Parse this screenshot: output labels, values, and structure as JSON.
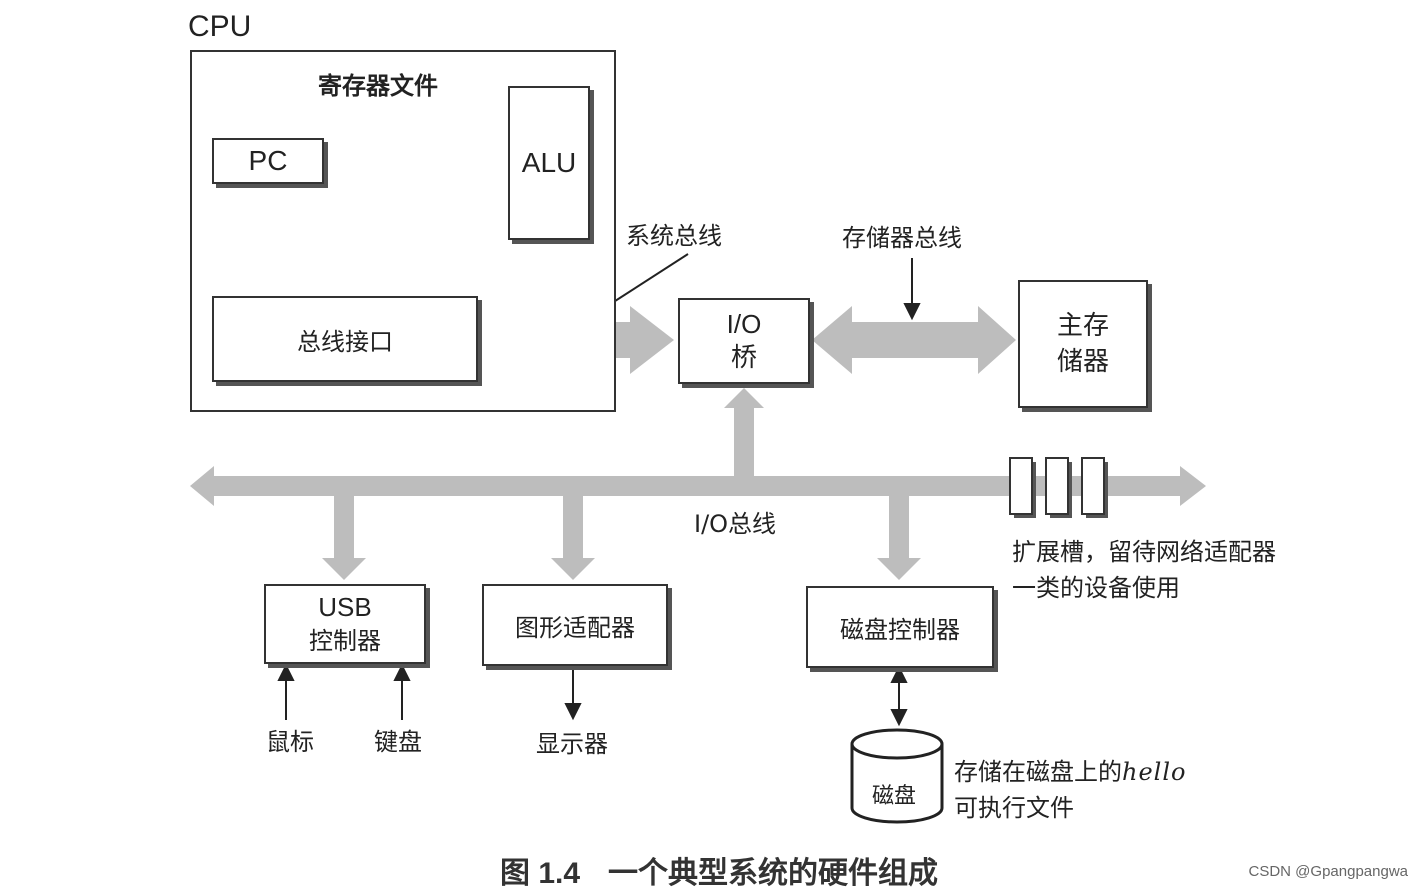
{
  "cpu": {
    "title": "CPU",
    "register_file": "寄存器文件",
    "pc": "PC",
    "alu": "ALU",
    "bus_interface": "总线接口"
  },
  "buses": {
    "system_bus": "系统总线",
    "memory_bus": "存储器总线",
    "io_bus": "I/O总线"
  },
  "io_bridge": {
    "line1": "I/O",
    "line2": "桥"
  },
  "main_memory": {
    "line1": "主存",
    "line2": "储器"
  },
  "expansion": {
    "line1": "扩展槽，留待网络适配器",
    "line2": "一类的设备使用"
  },
  "usb": {
    "line1": "USB",
    "line2": "控制器"
  },
  "graphics": {
    "label": "图形适配器"
  },
  "disk_controller": {
    "label": "磁盘控制器"
  },
  "devices": {
    "mouse": "鼠标",
    "keyboard": "键盘",
    "display": "显示器",
    "disk": "磁盘"
  },
  "hello_note": {
    "prefix": "存储在磁盘上的",
    "file": "hello",
    "line2": "可执行文件"
  },
  "caption": {
    "number": "图 1.4",
    "text": "一个典型系统的硬件组成"
  },
  "watermark": "CSDN @Gpangpangwa",
  "colors": {
    "bus_arrow": "#bdbdbd",
    "border": "#333333"
  }
}
